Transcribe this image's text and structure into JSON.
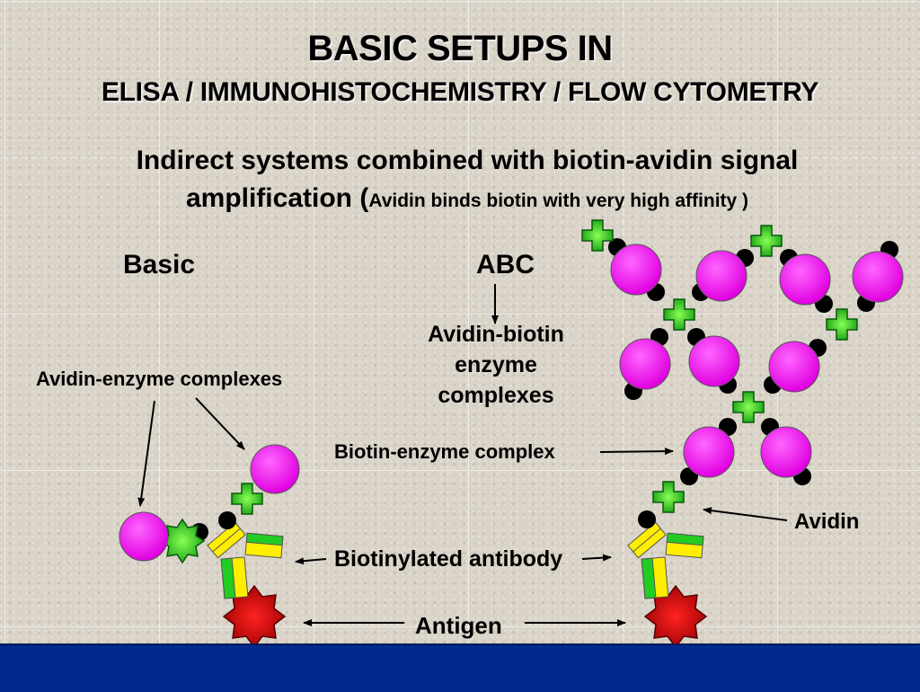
{
  "title": "BASIC SETUPS IN",
  "subtitle": "ELISA / IMMUNOHISTOCHEMISTRY / FLOW CYTOMETRY",
  "description": {
    "line1": "Indirect systems combined with biotin-avidin signal",
    "line2_main": "amplification (",
    "line2_small": "Avidin binds biotin with very high affinity )"
  },
  "labels": {
    "basic": "Basic",
    "abc": "ABC",
    "avidin_biotin_1": "Avidin-biotin",
    "avidin_biotin_2": "enzyme",
    "avidin_biotin_3": "complexes",
    "avidin_enzyme_complexes": "Avidin-enzyme complexes",
    "biotin_enzyme_complex": "Biotin-enzyme complex",
    "avidin": "Avidin",
    "biotinylated_antibody": "Biotinylated antibody",
    "antigen": "Antigen"
  },
  "colors": {
    "avidin": "#ee00ee",
    "enzyme": "#1aa31a",
    "antigen": "#cc0000",
    "antibody_yellow": "#ffee00",
    "antibody_green": "#22cc22",
    "footer": "#002a8c"
  }
}
